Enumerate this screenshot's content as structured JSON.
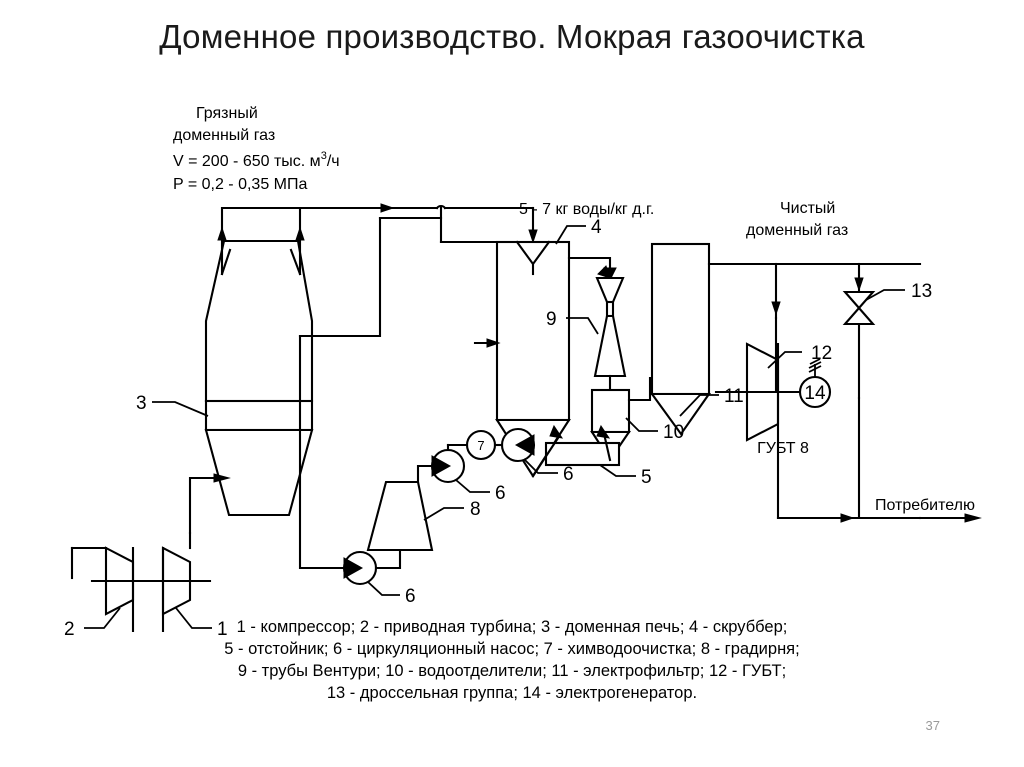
{
  "slide": {
    "title": "Доменное производство. Мокрая газоочистка",
    "page_number": "37"
  },
  "annotations": {
    "dirty_gas_line1": "Грязный",
    "dirty_gas_line2": "доменный газ",
    "flow_volume": "V = 200 - 650 тыс. м",
    "flow_volume_sup": "3",
    "flow_volume_tail": "/ч",
    "pressure": "P = 0,2 - 0,35 МПа",
    "water_ratio": "5 - 7 кг воды/кг д.г.",
    "clean_gas_line1": "Чистый",
    "clean_gas_line2": "доменный газ",
    "gubt_label": "ГУБТ 8",
    "consumer": "Потребителю"
  },
  "callouts": {
    "c1": "1",
    "c2": "2",
    "c3": "3",
    "c4": "4",
    "c5a": "5",
    "c5b": "5",
    "c6a": "6",
    "c6b": "6",
    "c6c": "6",
    "c7": "7",
    "c8": "8",
    "c9": "9",
    "c10": "10",
    "c11": "11",
    "c12": "12",
    "c13": "13",
    "c14": "14"
  },
  "legend": {
    "line1": "1 - компрессор; 2 - приводная турбина; 3 - доменная печь; 4 - скруббер;",
    "line2": "5 - отстойник; 6 - циркуляционный насос; 7 -  химводоочистка; 8 - градирня;",
    "line3": "9 - трубы Вентури; 10 - водоотделители; 11 - электрофильтр; 12 - ГУБТ;",
    "line4": "13 - дроссельная группа; 14 - электрогенератор."
  },
  "colors": {
    "line": "#000000",
    "fill": "#ffffff",
    "background": "#ffffff",
    "page_number": "#9a9a9a",
    "title": "#1a1a1a"
  },
  "equipment": [
    {
      "id": "1",
      "name": "компрессор"
    },
    {
      "id": "2",
      "name": "приводная турбина"
    },
    {
      "id": "3",
      "name": "доменная печь"
    },
    {
      "id": "4",
      "name": "скруббер"
    },
    {
      "id": "5",
      "name": "отстойник"
    },
    {
      "id": "6",
      "name": "циркуляционный насос"
    },
    {
      "id": "7",
      "name": "химводоочистка"
    },
    {
      "id": "8",
      "name": "градирня"
    },
    {
      "id": "9",
      "name": "трубы Вентури"
    },
    {
      "id": "10",
      "name": "водоотделители"
    },
    {
      "id": "11",
      "name": "электрофильтр"
    },
    {
      "id": "12",
      "name": "ГУБТ"
    },
    {
      "id": "13",
      "name": "дроссельная группа"
    },
    {
      "id": "14",
      "name": "электрогенератор"
    }
  ]
}
